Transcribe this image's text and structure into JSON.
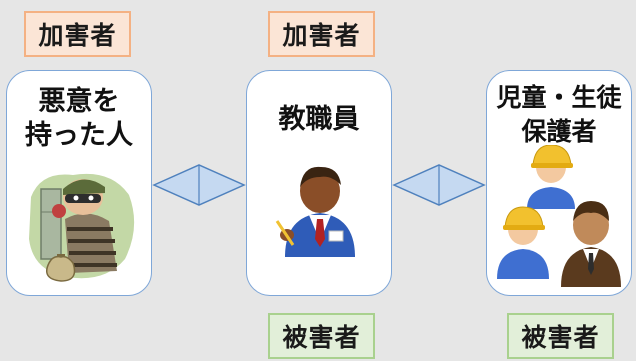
{
  "nodes": [
    {
      "id": "wrongdoer",
      "title": "悪意を\n持った人",
      "icon": "thief-icon"
    },
    {
      "id": "teacher",
      "title": "教職員",
      "icon": "teacher-icon"
    },
    {
      "id": "students",
      "title": "児童・生徒\n保護者",
      "icon": "students-parents-icon"
    }
  ],
  "labels": {
    "perpetrator": "加害者",
    "victim": "被害者"
  },
  "colors": {
    "perpetrator_fill": "#fbe5d6",
    "perpetrator_border": "#f4b183",
    "victim_fill": "#e2efd9",
    "victim_border": "#a9d18e",
    "card_border": "#7fa7d8",
    "connector_fill": "#c5d9f1",
    "connector_stroke": "#4f81bd"
  },
  "connectors": [
    {
      "from": "wrongdoer",
      "to": "teacher",
      "shape": "double-arrow"
    },
    {
      "from": "teacher",
      "to": "students",
      "shape": "double-arrow"
    }
  ]
}
